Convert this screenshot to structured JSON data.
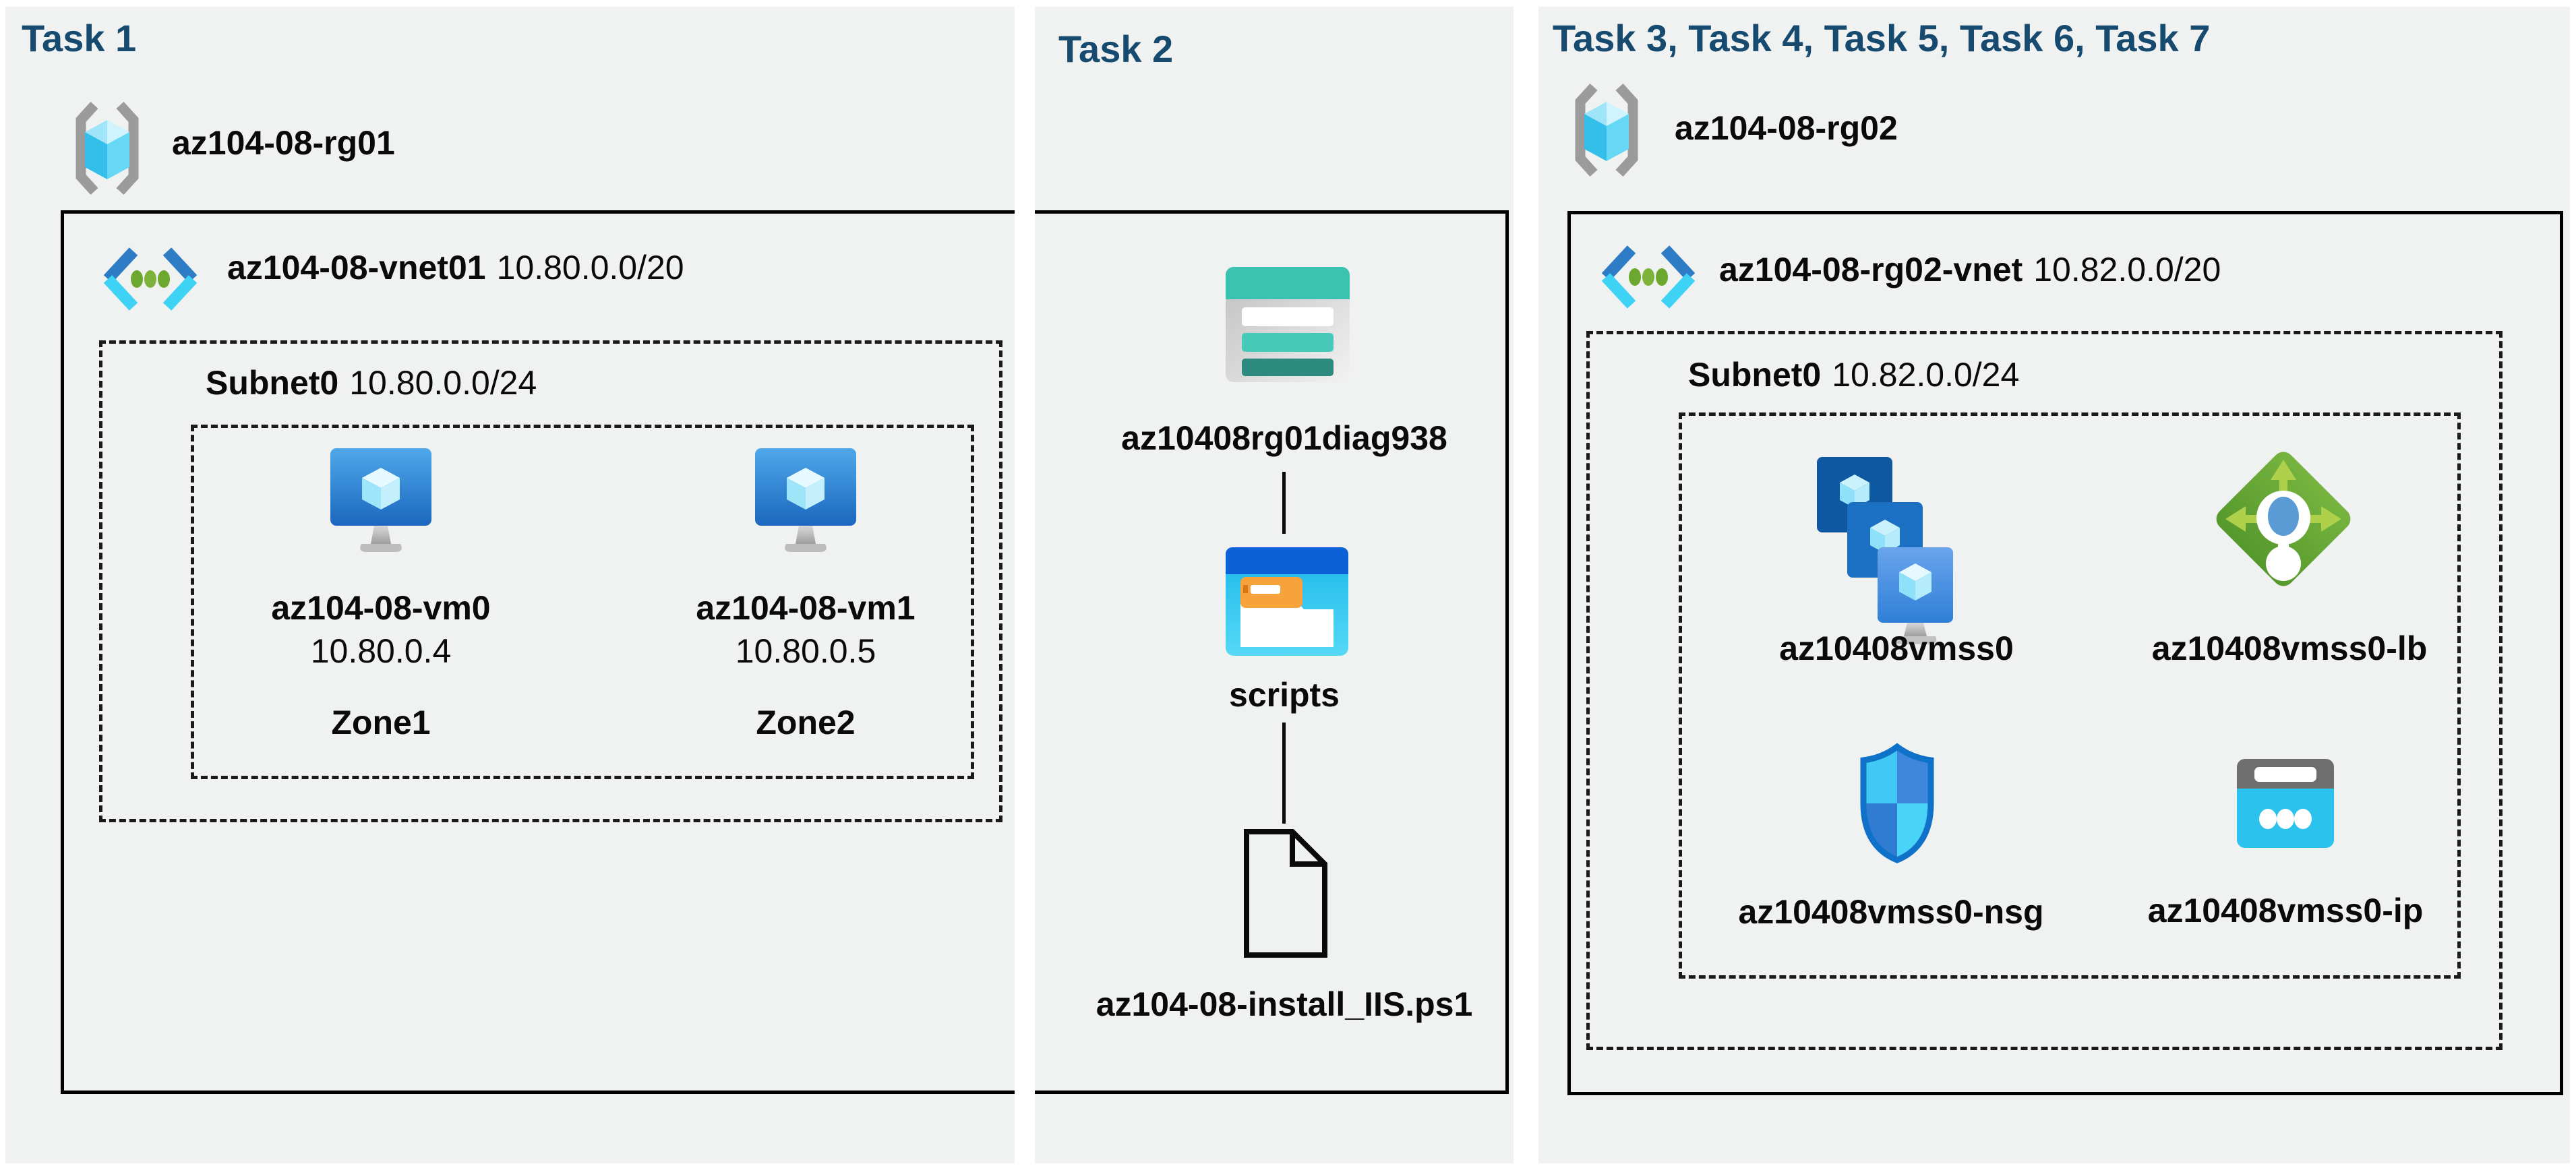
{
  "colors": {
    "panel_bg": "#f0f1f1",
    "title_navy": "#174a6f",
    "text": "#0a0a0a",
    "storage_teal": "#3cc2b1",
    "folder_blue": "#0b62d8",
    "lb_green": "#5f9e31",
    "nsg_blue": "#1071c9",
    "ip_cyan": "#2cc2ee"
  },
  "panel1": {
    "title": "Task 1",
    "rg": "az104-08-rg01",
    "vnet_name": "az104-08-vnet01",
    "vnet_cidr": "10.80.0.0/20",
    "subnet_name": "Subnet0",
    "subnet_cidr": "10.80.0.0/24",
    "vm0": {
      "name": "az104-08-vm0",
      "ip": "10.80.0.4",
      "zone": "Zone1"
    },
    "vm1": {
      "name": "az104-08-vm1",
      "ip": "10.80.0.5",
      "zone": "Zone2"
    }
  },
  "panel2": {
    "title": "Task 2",
    "storage_account": "az10408rg01diag938",
    "folder": "scripts",
    "script_file": "az104-08-install_IIS.ps1"
  },
  "panel3": {
    "title": "Task 3, Task 4, Task 5, Task 6, Task 7",
    "rg": "az104-08-rg02",
    "vnet_name": "az104-08-rg02-vnet",
    "vnet_cidr": "10.82.0.0/20",
    "subnet_name": "Subnet0",
    "subnet_cidr": "10.82.0.0/24",
    "vmss": "az10408vmss0",
    "lb": "az10408vmss0-lb",
    "nsg": "az10408vmss0-nsg",
    "pip": "az10408vmss0-ip"
  }
}
